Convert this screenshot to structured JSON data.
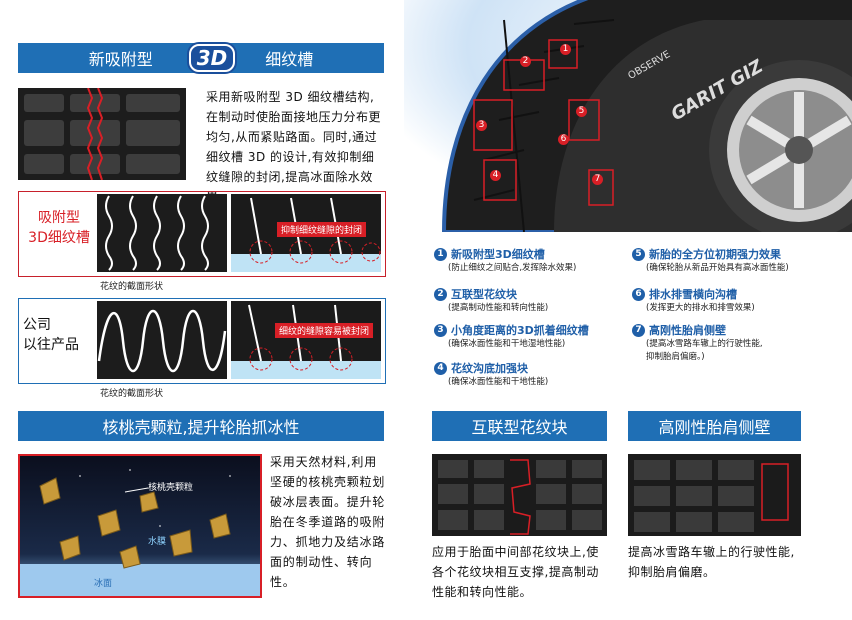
{
  "section1": {
    "title_left": "新吸附型",
    "badge": "3D",
    "title_right": "细纹槽",
    "description": "采用新吸附型 3D 细纹槽结构,在制动时使胎面接地压力分布更均匀,从而紧贴路面。同时,通过细纹槽 3D 的设计,有效抑制细纹缝隙的封闭,提高冰面除水效果。",
    "new_label_line1": "吸附型",
    "new_label_line2": "3D细纹槽",
    "new_tag": "抑制细纹缝隙的封闭",
    "new_caption": "花纹的截面形状",
    "old_label_line1": "公司",
    "old_label_line2": "以往产品",
    "old_tag": "细纹的缝隙容易被封闭",
    "old_caption": "花纹的截面形状"
  },
  "tire": {
    "brand_text": "GARIT GIZ",
    "series_text": "OBSERVE",
    "markers": [
      "1",
      "2",
      "3",
      "4",
      "5",
      "6",
      "7"
    ]
  },
  "features": [
    {
      "num": "1",
      "title": "新吸附型3D细纹槽",
      "subs": [
        "(防止细纹之间贴合,发挥除水效果)"
      ]
    },
    {
      "num": "2",
      "title": "互联型花纹块",
      "subs": [
        "(提高制动性能和转向性能)"
      ]
    },
    {
      "num": "3",
      "title": "小角度距离的3D抓着细纹槽",
      "subs": [
        "(确保冰面性能和干地湿地性能)"
      ]
    },
    {
      "num": "4",
      "title": "花纹沟底加强块",
      "subs": [
        "(确保冰面性能和干地性能)"
      ]
    },
    {
      "num": "5",
      "title": "新胎的全方位初期强力效果",
      "subs": [
        "(确保轮胎从新品开始具有高冰面性能)"
      ]
    },
    {
      "num": "6",
      "title": "排水排雪横向沟槽",
      "subs": [
        "(发挥更大的排水和排雪效果)"
      ]
    },
    {
      "num": "7",
      "title": "高刚性胎肩侧壁",
      "subs": [
        "(提高冰雪路车辙上的行驶性能,",
        "抑制胎肩偏磨。)"
      ]
    }
  ],
  "section2": {
    "title": "核桃壳颗粒,提升轮胎抓冰性",
    "description": "采用天然材料,利用坚硬的核桃壳颗粒划破冰层表面。提升轮胎在冬季道路的吸附力、抓地力及结冰路面的制动性、转向性。",
    "label_particle": "核桃壳颗粒",
    "label_water": "水膜",
    "label_ice": "冰面"
  },
  "section3": {
    "title": "互联型花纹块",
    "description": "应用于胎面中间部花纹块上,使各个花纹块相互支撑,提高制动性能和转向性能。"
  },
  "section4": {
    "title": "高刚性胎肩侧壁",
    "description": "提高冰雪路车辙上的行驶性能,抑制胎肩偏磨。"
  },
  "colors": {
    "blue": "#1f6fb5",
    "red": "#d81f26"
  }
}
